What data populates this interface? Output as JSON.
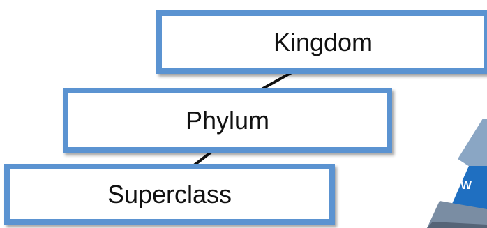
{
  "diagram": {
    "levels": [
      {
        "label": "Kingdom"
      },
      {
        "label": "Phylum"
      },
      {
        "label": "Superclass"
      }
    ],
    "laptop_screen_text": "W",
    "colors": {
      "box_border": "#5b93d1",
      "connector": "#111111",
      "laptop_screen": "#1f6fc1"
    }
  }
}
